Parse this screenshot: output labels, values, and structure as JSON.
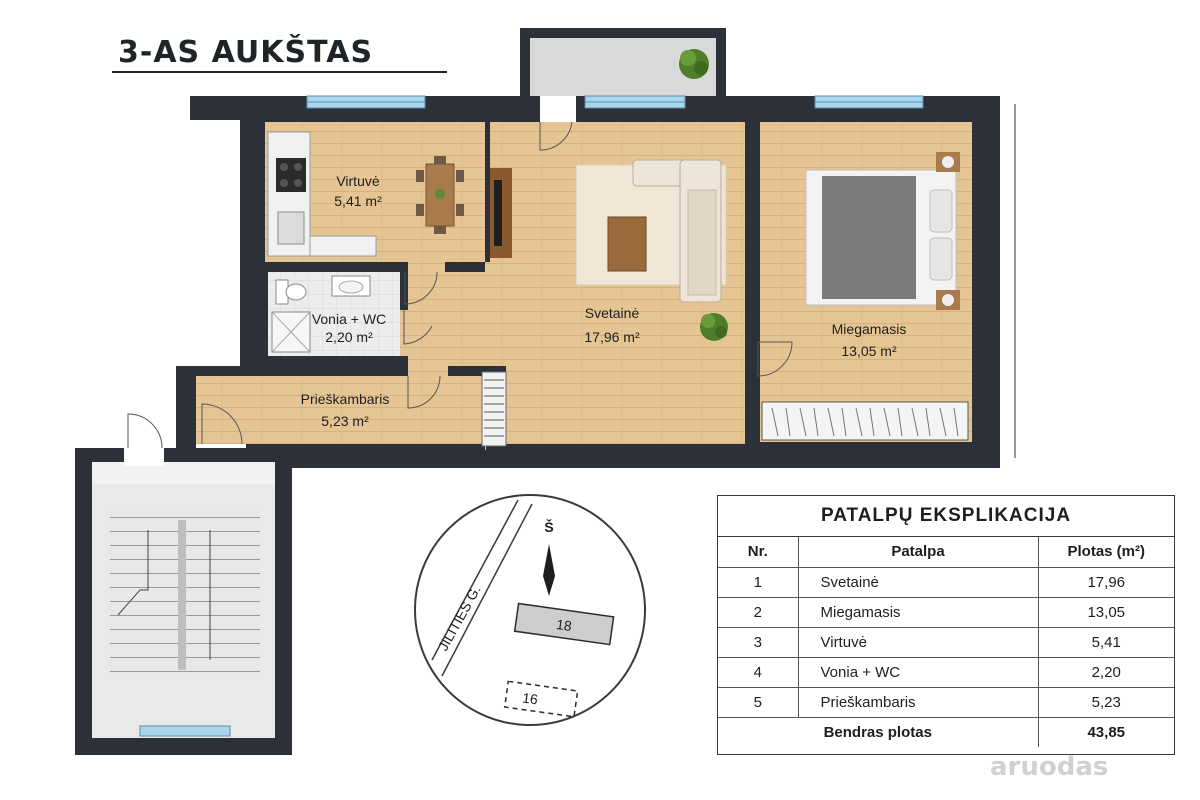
{
  "title": "3-AS AUKŠTAS",
  "rooms": {
    "virtuve": {
      "name": "Virtuvė",
      "area": "5,41 m²"
    },
    "svetaine": {
      "name": "Svetainė",
      "area": "17,96 m²"
    },
    "miegamasis": {
      "name": "Miegamasis",
      "area": "13,05 m²"
    },
    "vonia": {
      "name": "Vonia + WC",
      "area": "2,20 m²"
    },
    "prieskambaris": {
      "name": "Prieškambaris",
      "area": "5,23 m²"
    }
  },
  "site_plan": {
    "north": "Š",
    "street": "JILITIES G.",
    "building_main": "18",
    "building_neighbor": "16"
  },
  "explication": {
    "title": "PATALPŲ EKSPLIKACIJA",
    "headers": [
      "Nr.",
      "Patalpa",
      "Plotas (m²)"
    ],
    "rows": [
      {
        "nr": "1",
        "name": "Svetainė",
        "area": "17,96"
      },
      {
        "nr": "2",
        "name": "Miegamasis",
        "area": "13,05"
      },
      {
        "nr": "3",
        "name": "Virtuvė",
        "area": "5,41"
      },
      {
        "nr": "4",
        "name": "Vonia + WC",
        "area": "2,20"
      },
      {
        "nr": "5",
        "name": "Prieškambaris",
        "area": "5,23"
      }
    ],
    "total_label": "Bendras plotas",
    "total_value": "43,85"
  },
  "watermark": "aruodas",
  "colors": {
    "wall": "#2c3038",
    "wood": "#e3c28f",
    "tile": "#e6e6e6",
    "window": "#9fd3ec"
  }
}
